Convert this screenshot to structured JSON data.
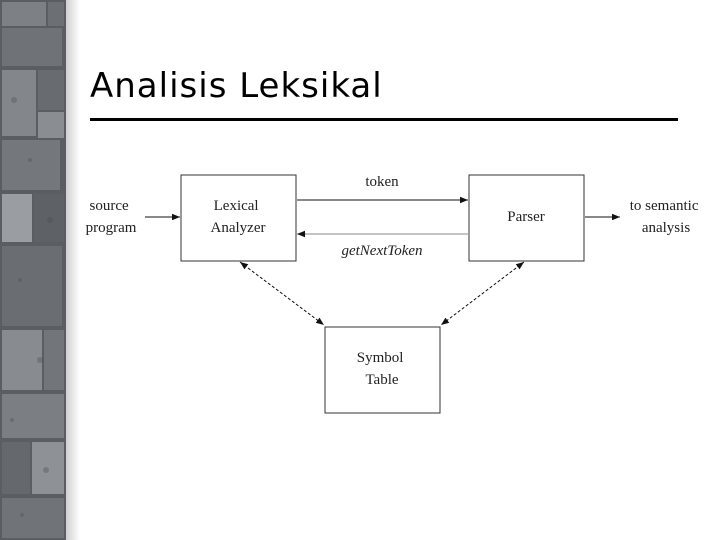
{
  "slide": {
    "title": "Analisis Leksikal"
  },
  "diagram": {
    "source_label": [
      "source",
      "program"
    ],
    "lexer_label": [
      "Lexical",
      "Analyzer"
    ],
    "parser_label": [
      "Parser"
    ],
    "symtab_label": [
      "Symbol",
      "Table"
    ],
    "semantic_label": [
      "to semantic",
      "analysis"
    ],
    "token_edge_label": "token",
    "next_token_edge_label": "getNextToken"
  }
}
